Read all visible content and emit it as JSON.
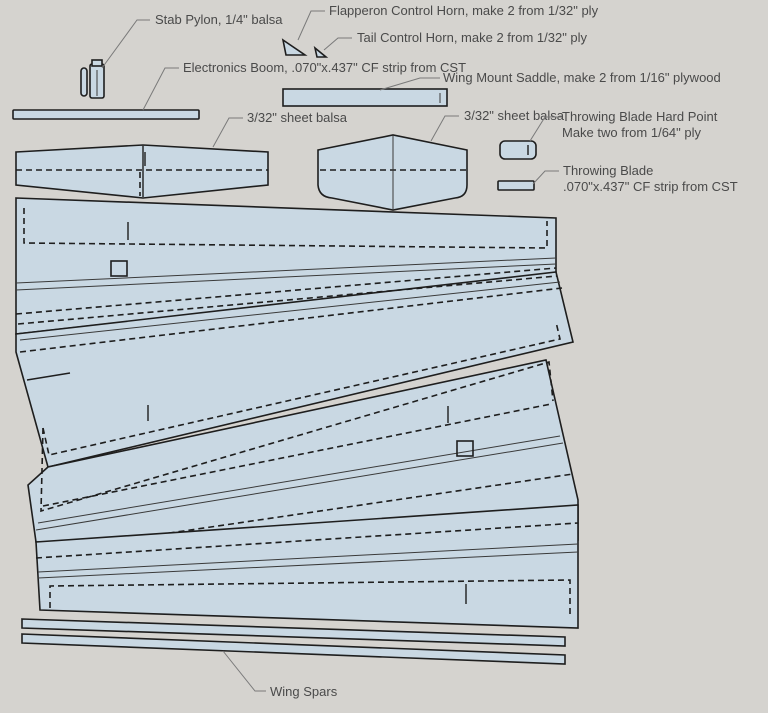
{
  "labels": {
    "stab_pylon": "Stab Pylon, 1/4\" balsa",
    "flapperon_horn": "Flapperon Control Horn, make 2 from 1/32\" ply",
    "tail_horn": "Tail Control Horn, make 2 from 1/32\" ply",
    "electronics_boom": "Electronics Boom, .070\"x.437\" CF strip from CST",
    "wing_mount_saddle": "Wing Mount Saddle, make 2 from 1/16\" plywood",
    "stab_sheet": "3/32\" sheet balsa",
    "fin_sheet": "3/32\" sheet balsa",
    "blade_hard_point_1": "Throwing Blade Hard Point",
    "blade_hard_point_2": "Make two from 1/64\" ply",
    "throwing_blade_1": "Throwing Blade",
    "throwing_blade_2": ".070\"x.437\" CF strip from CST",
    "wing_spars": "Wing Spars"
  },
  "colors": {
    "background": "#d5d3cf",
    "part_fill": "#c9d8e3",
    "outline": "#1e1e1e",
    "label_text": "#4a4a4a",
    "leader": "#7a7a7a"
  }
}
